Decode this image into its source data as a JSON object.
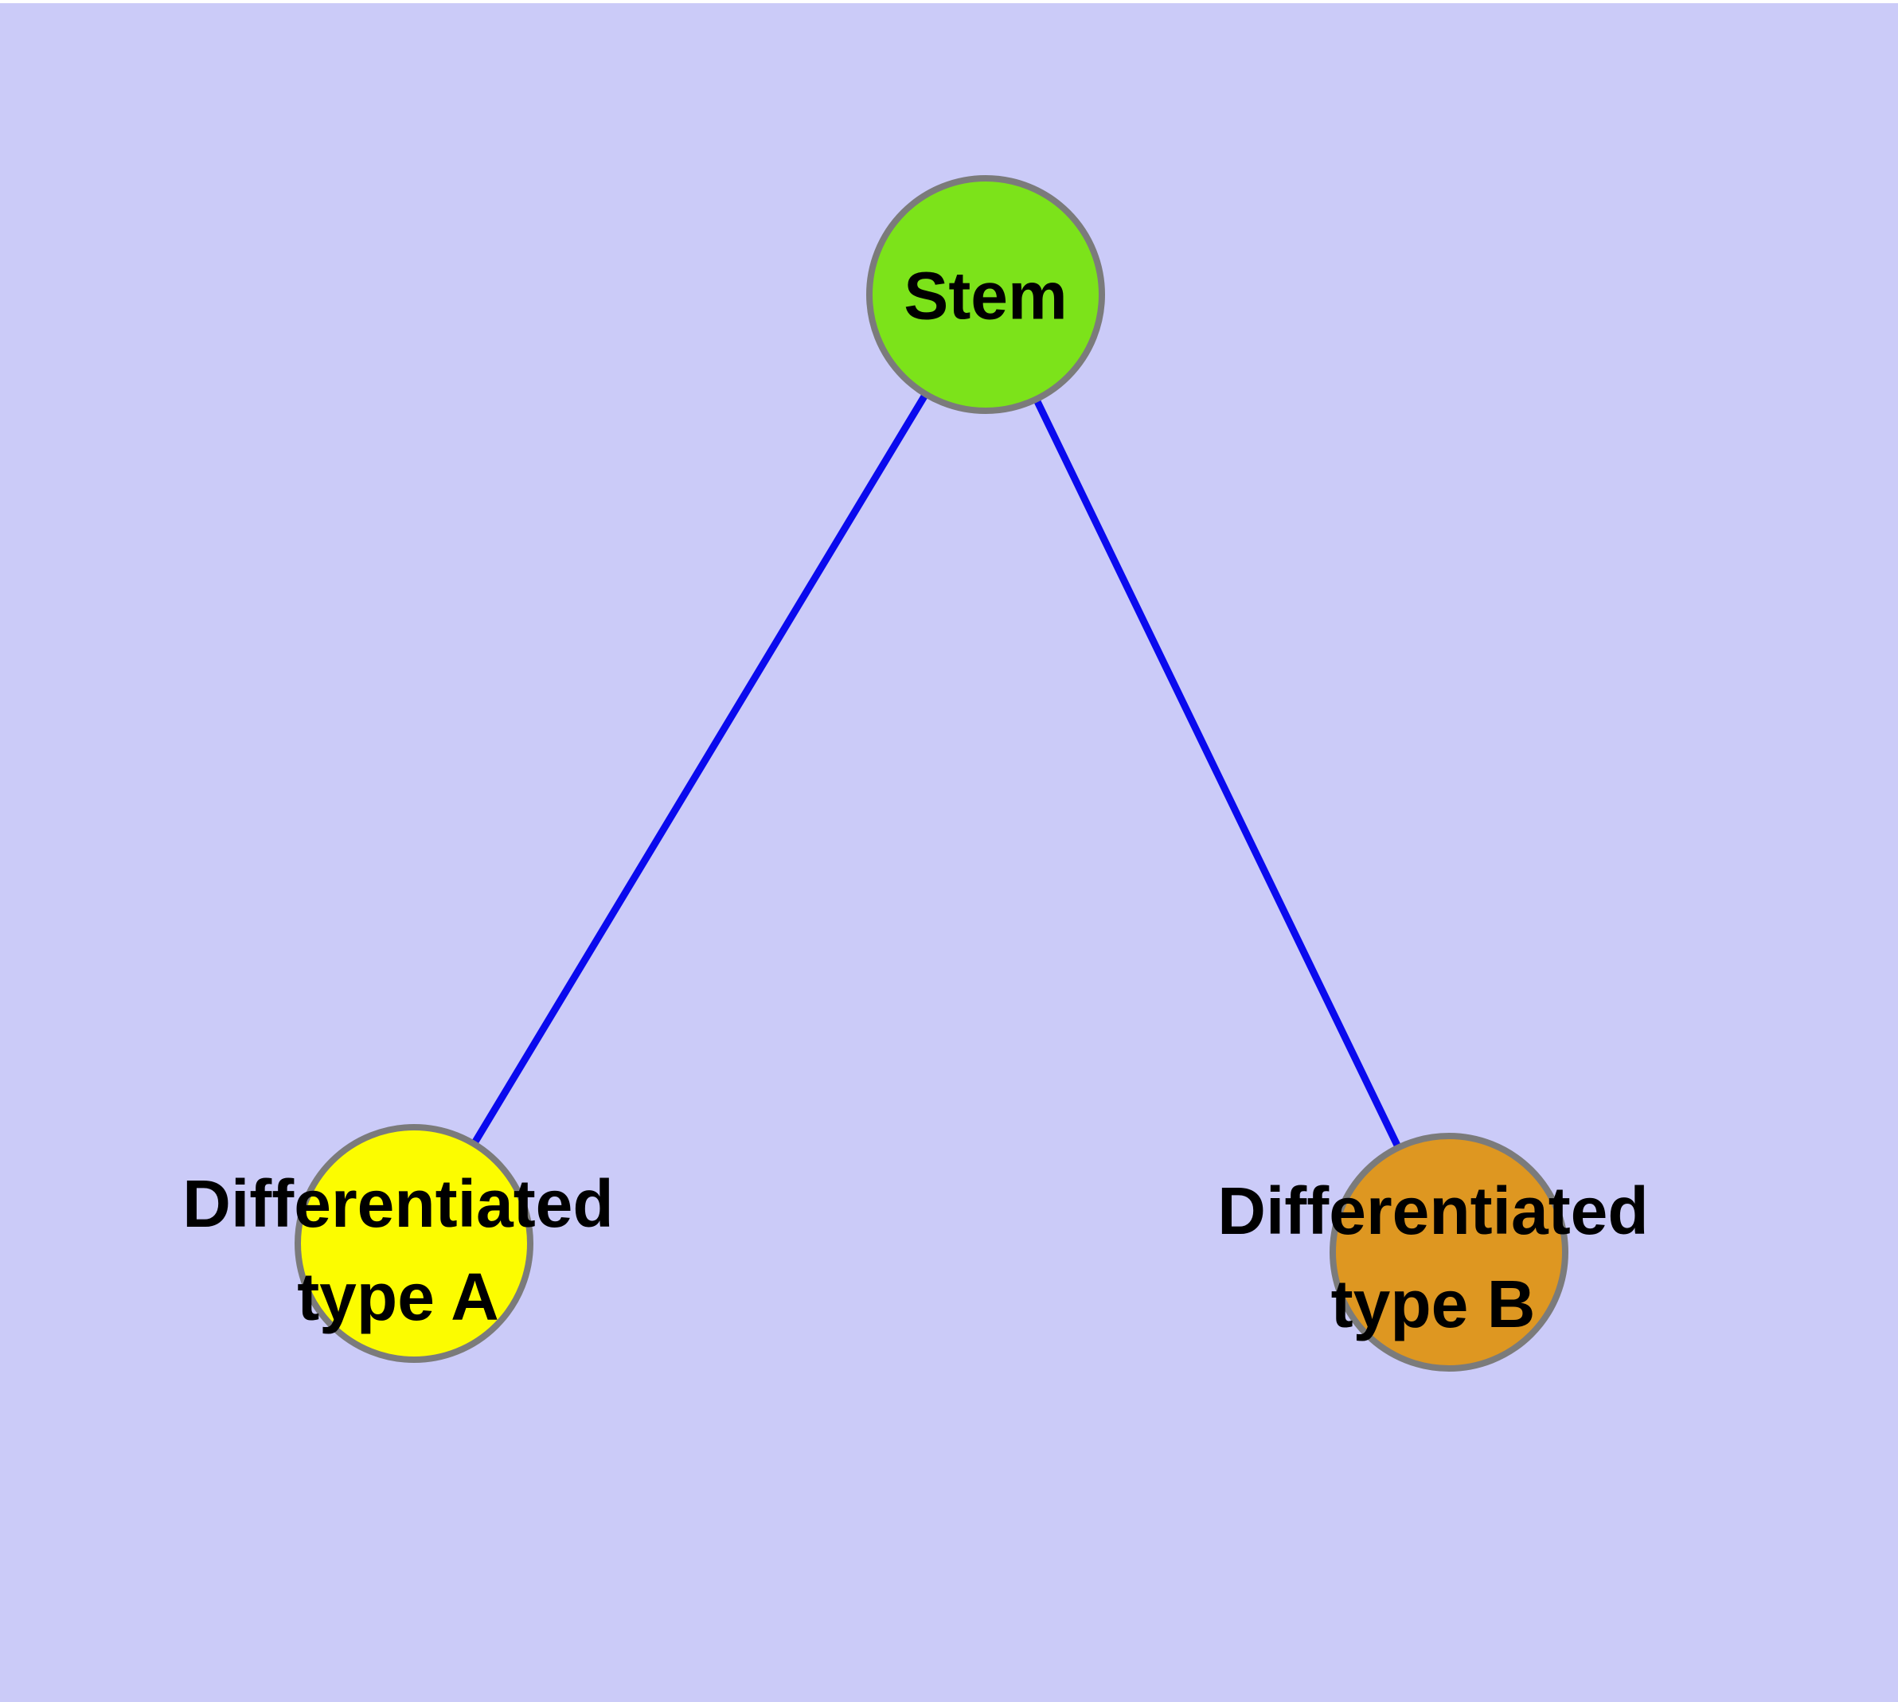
{
  "diagram": {
    "background_color": "#CBCBF8",
    "node_border_color": "#7B7B7B",
    "edge_color": "#0A0AEE",
    "label_color": "#000000",
    "nodes": {
      "stem": {
        "label": "Stem",
        "fill": "#7CE31A"
      },
      "type_a": {
        "label": "Differentiated type A",
        "label_line1": "Differentiated",
        "label_line2": "type A",
        "fill": "#FCFC00"
      },
      "type_b": {
        "label": "Differentiated type B",
        "label_line1": "Differentiated",
        "label_line2": "type B",
        "fill": "#DE9721"
      }
    },
    "edges": [
      {
        "from": "Stem",
        "to": "Differentiated type A"
      },
      {
        "from": "Stem",
        "to": "Differentiated type B"
      }
    ]
  }
}
